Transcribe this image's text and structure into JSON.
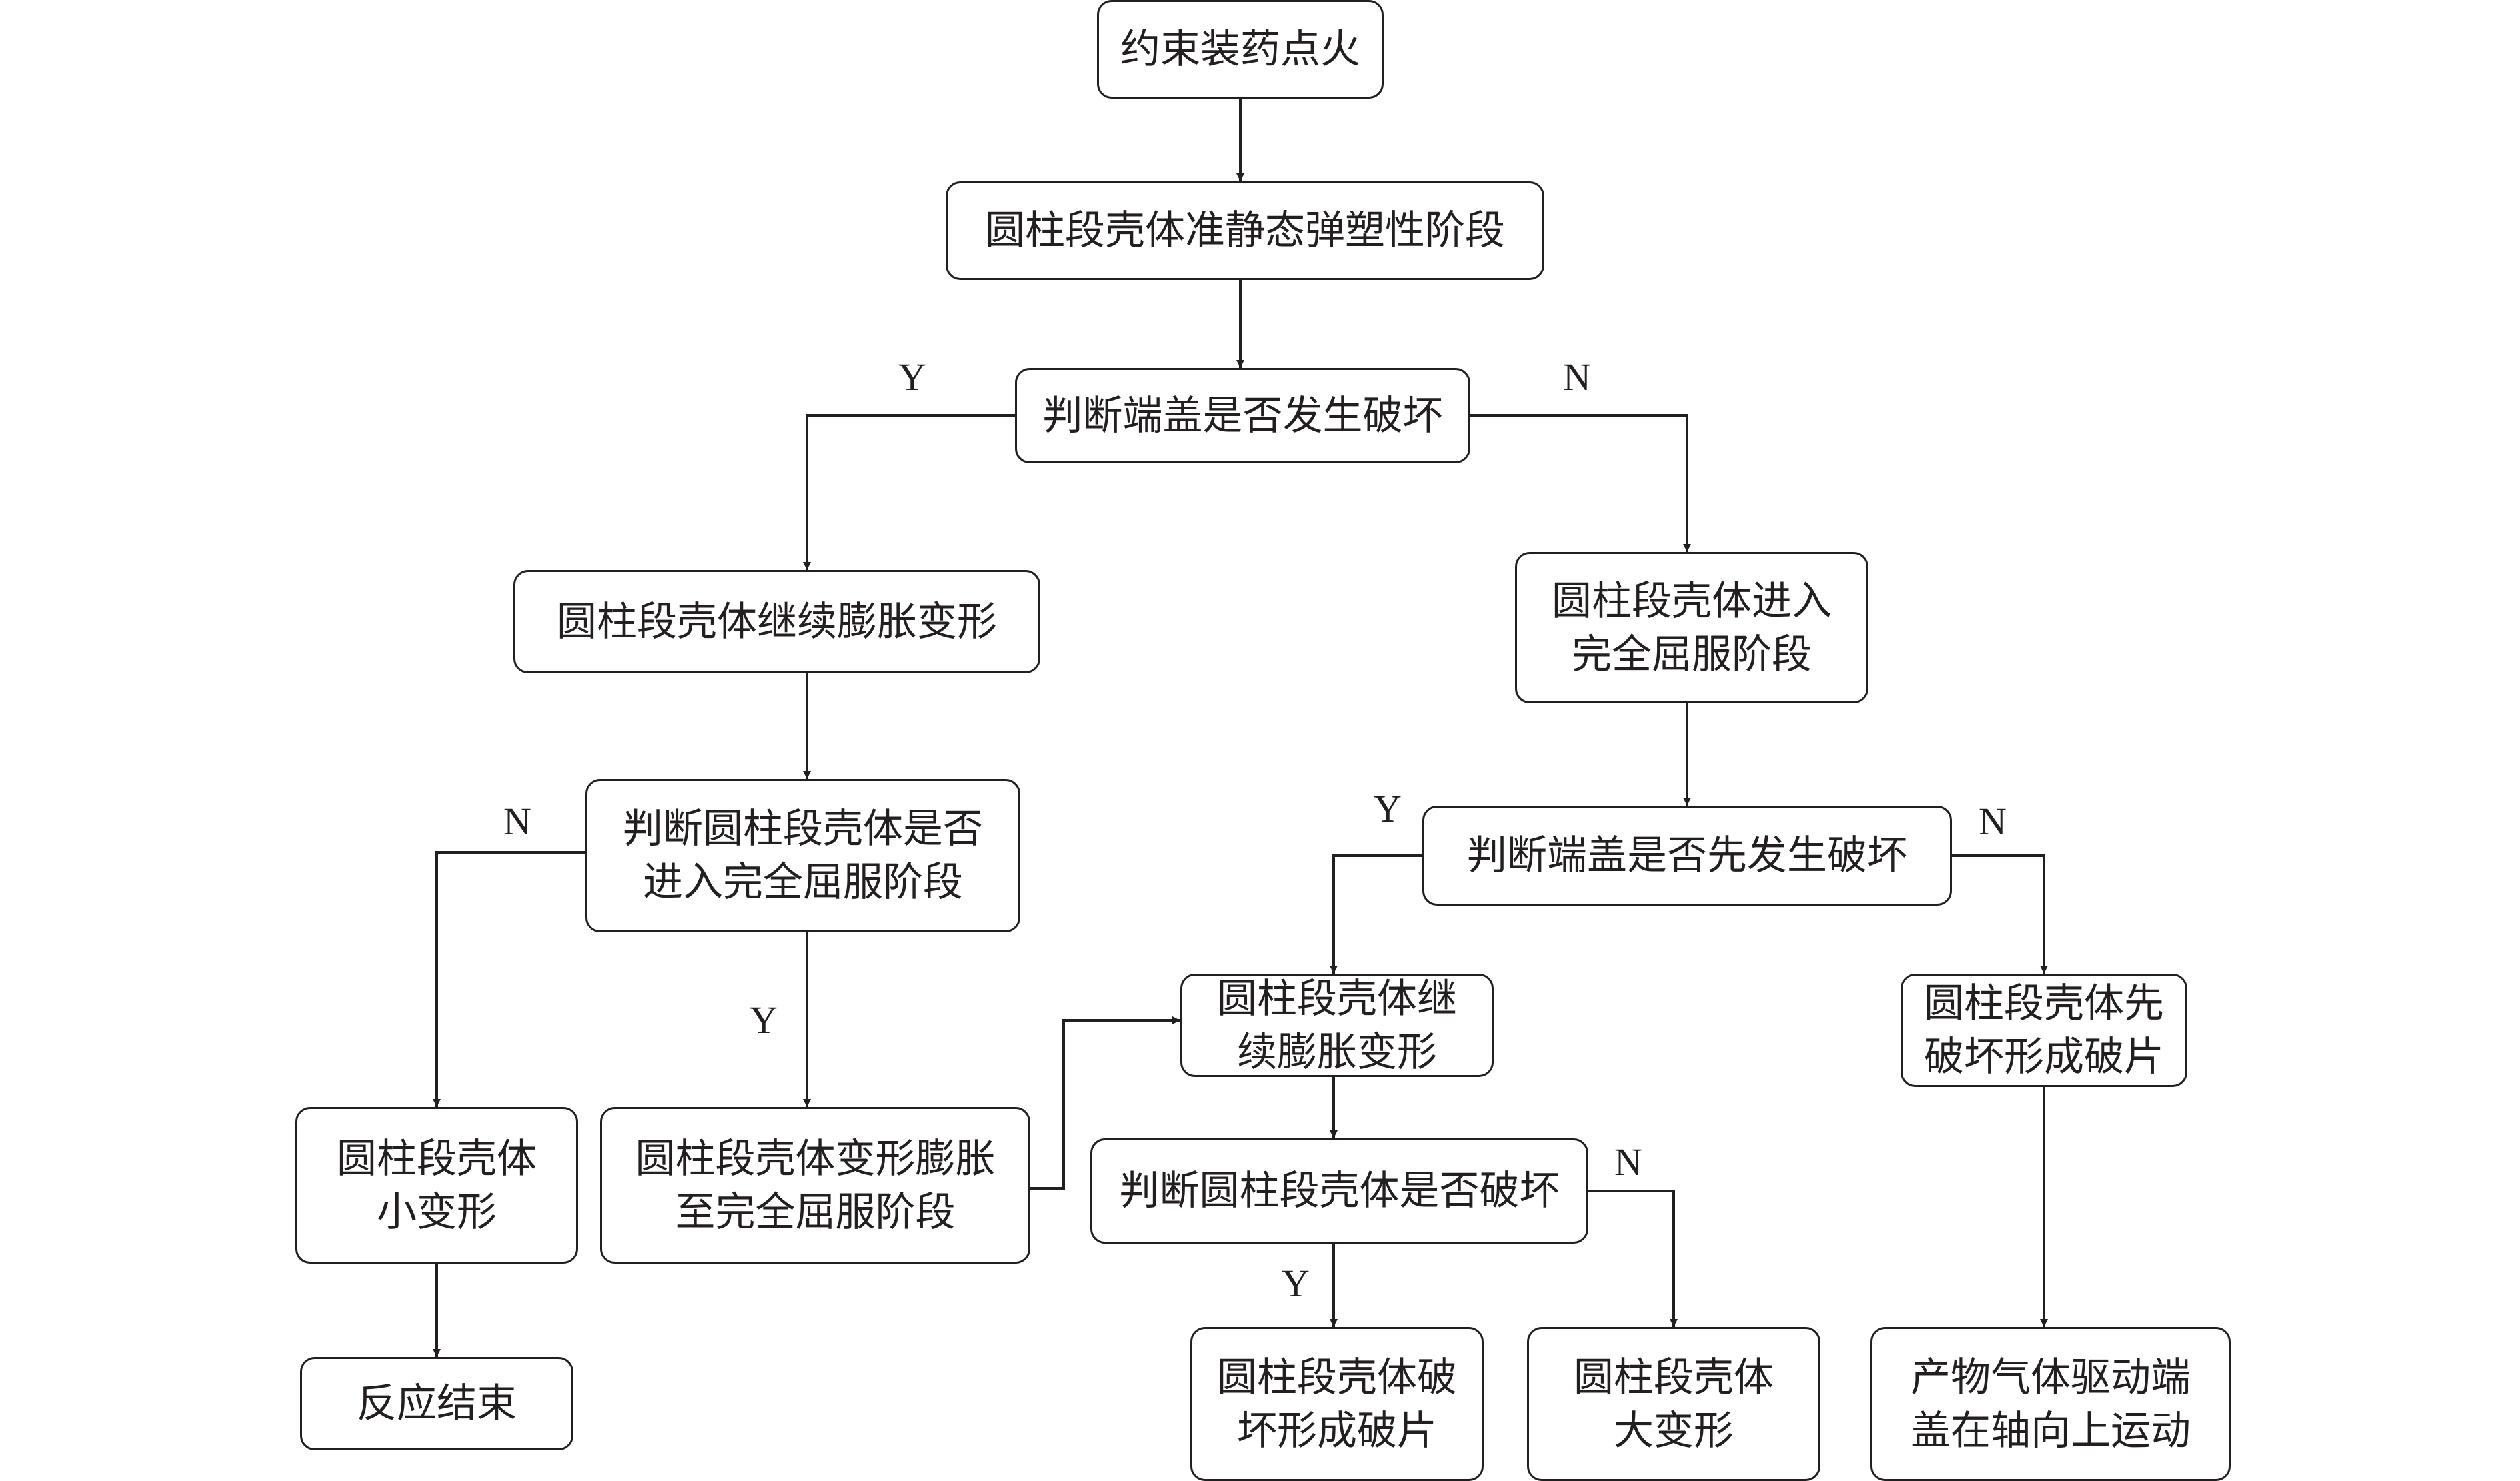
{
  "nodes": {
    "ignite": "约束装药点火",
    "quasi_static": "圆柱段壳体准静态弹塑性阶段",
    "judge_cap": "判断端盖是否发生破坏",
    "continue_expand": "圆柱段壳体继续膨胀变形",
    "full_yield": "圆柱段壳体进入\n完全屈服阶段",
    "judge_shell_yield": "判断圆柱段壳体是否\n进入完全屈服阶段",
    "judge_cap_first": "判断端盖是否先发生破坏",
    "small_deform": "圆柱段壳体\n小变形",
    "deform_to_yield": "圆柱段壳体变形膨胀\n至完全屈服阶段",
    "continue_expand_2": "圆柱段壳体继\n续膨胀变形",
    "shell_first_fragment": "圆柱段壳体先\n破坏形成破片",
    "judge_shell_break": "判断圆柱段壳体是否破坏",
    "reaction_end": "反应结束",
    "shell_fragment": "圆柱段壳体破\n坏形成破片",
    "large_deform": "圆柱段壳体\n大变形",
    "gas_drive": "产物气体驱动端\n盖在轴向上运动"
  },
  "branch_labels": {
    "cap_yes": "Y",
    "cap_no": "N",
    "shell_yield_no": "N",
    "shell_yield_yes": "Y",
    "cap_first_yes": "Y",
    "cap_first_no": "N",
    "shell_break_yes": "Y",
    "shell_break_no": "N"
  },
  "colors": {
    "line": "#231f20",
    "background": "#ffffff"
  }
}
